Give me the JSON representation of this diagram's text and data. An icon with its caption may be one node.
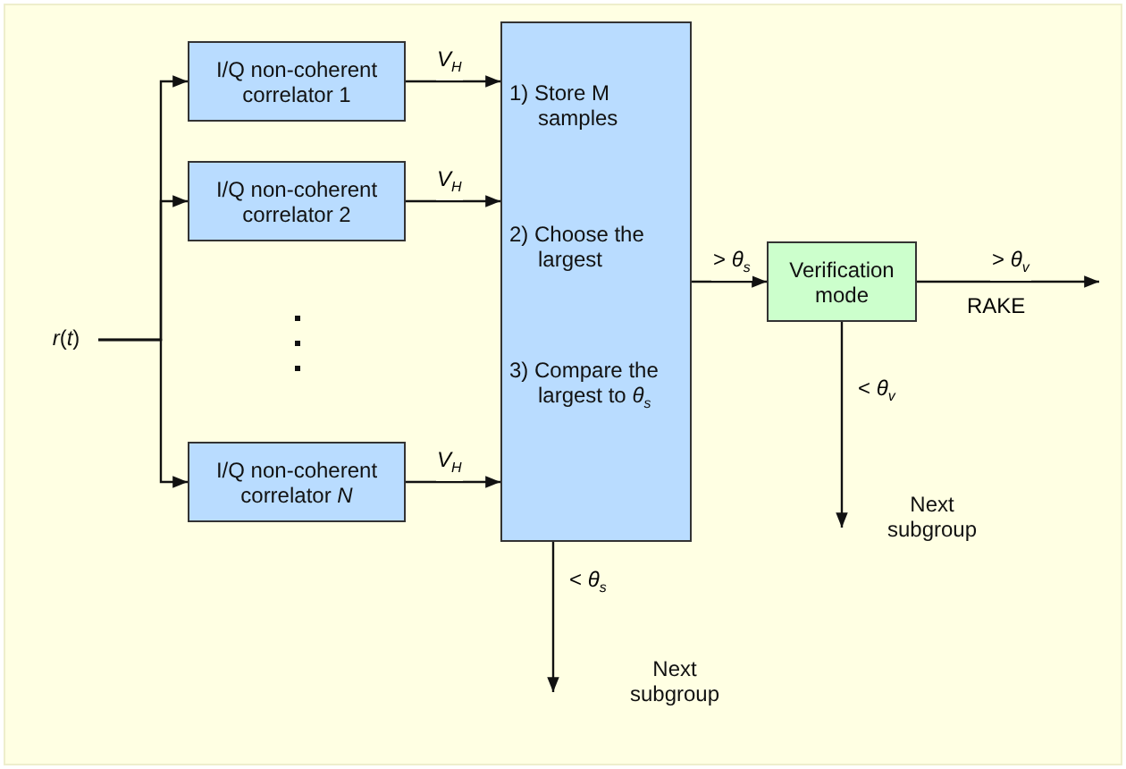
{
  "diagram": {
    "nodes": [
      {
        "text": [
          "*r*(*t*)"
        ]
      },
      {
        "text": [
          "I/Q non-coherent correlator 1"
        ]
      },
      {
        "text": [
          "I/Q non-coherent correlator 2"
        ]
      },
      {
        "text": [
          "I/Q non-coherent correlator *N*"
        ]
      },
      {
        "text": [
          "1) Store M samples",
          "2) Choose the largest",
          "3) Compare the largest to *θ*$_{s}$"
        ]
      },
      {
        "text": [
          "Verification mode"
        ]
      },
      {
        "text": [
          "Next subgroup"
        ]
      },
      {
        "text": [
          "Next subgroup"
        ]
      }
    ],
    "edges": [
      {
        "from": 0,
        "to": 1,
        "arrow": "to"
      },
      {
        "from": 0,
        "to": 2,
        "arrow": "to"
      },
      {
        "from": 0,
        "to": 3,
        "arrow": "to"
      },
      {
        "from": 1,
        "to": 4,
        "arrow": "to",
        "label": "*V*$_{H}$"
      },
      {
        "from": 2,
        "to": 4,
        "arrow": "to",
        "label": "*V*$_{H}$"
      },
      {
        "from": 3,
        "to": 4,
        "arrow": "to",
        "label": "*V*$_{H}$"
      },
      {
        "from": 4,
        "to": 5,
        "arrow": "to",
        "label": "> *θ*$_{s}$"
      },
      {
        "from": 5,
        "to": null,
        "arrow": "to",
        "label": "> *θ*$_{v}$"
      },
      {
        "from": 4,
        "to": 6,
        "arrow": "to",
        "label": "< *θ*$_{s}$"
      },
      {
        "from": 5,
        "to": 7,
        "arrow": "to",
        "label": "< *θ*$_{v}$"
      }
    ],
    "labels": [
      "RAKE"
    ]
  }
}
